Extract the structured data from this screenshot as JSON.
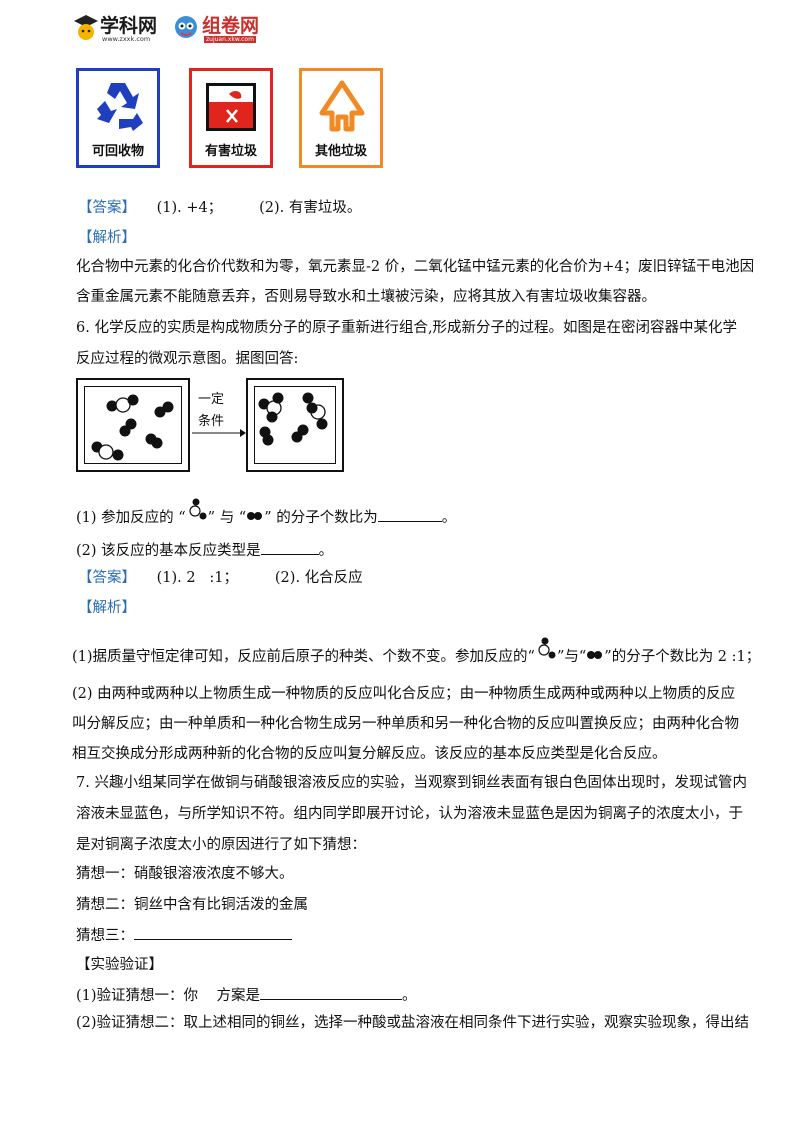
{
  "header": {
    "logo1_text": "学科网",
    "logo1_url": "www.zxxk.com",
    "logo2_text": "组卷网",
    "logo2_url": "zujuan.xkw.com"
  },
  "bins": [
    {
      "label": "可回收物",
      "color": "#1f3fbf"
    },
    {
      "label": "有害垃圾",
      "color": "#e0261c"
    },
    {
      "label": "其他垃圾",
      "color": "#f08a24"
    }
  ],
  "q5": {
    "answer_tag": "【答案】",
    "answer_text": "(1). +4；        (2). 有害垃圾。",
    "analysis_tag": "【解析】",
    "analysis_1": "化合物中元素的化合价代数和为零，氧元素显-2 价，二氧化锰中锰元素的化合价为+4；废旧锌锰干电池因",
    "analysis_2": "含重金属元素不能随意丢弃，否则易导致水和土壤被污染，应将其放入有害垃圾收集容器。"
  },
  "q6": {
    "stem_1": "6. 化学反应的实质是构成物质分子的原子重新进行组合,形成新分子的过程。如图是在密闭容器中某化学",
    "stem_2": "反应过程的微观示意图。据图回答:",
    "arrow_top": "一定",
    "arrow_bottom": "条件",
    "sub1_a": "(1) 参加反应的 “",
    "sub1_b": "” 与 “",
    "sub1_c": "” 的分子个数比为",
    "sub1_d": "。",
    "sub2_a": "(2) 该反应的基本反应类型是",
    "sub2_b": "。",
    "answer_tag": "【答案】",
    "answer_text": "(1). 2   :1；        (2). 化合反应",
    "analysis_tag": "【解析】",
    "ana1_a": "(1)据质量守恒定律可知，反应前后原子的种类、个数不变。参加反应的“",
    "ana1_b": "”与“",
    "ana1_c": "”的分子个数比为 2 :1；",
    "ana2_1": "(2) 由两种或两种以上物质生成一种物质的反应叫化合反应；由一种物质生成两种或两种以上物质的反应",
    "ana2_2": "叫分解反应；由一种单质和一种化合物生成另一种单质和另一种化合物的反应叫置换反应；由两种化合物",
    "ana2_3": "相互交换成分形成两种新的化合物的反应叫复分解反应。该反应的基本反应类型是化合反应。"
  },
  "q7": {
    "stem_1": "7. 兴趣小组某同学在做铜与硝酸银溶液反应的实验，当观察到铜丝表面有银白色固体出现时，发现试管内",
    "stem_2": "溶液未显蓝色，与所学知识不符。组内同学即展开讨论，认为溶液未显蓝色是因为铜离子的浓度太小，于",
    "stem_3": "是对铜离子浓度太小的原因进行了如下猜想：",
    "guess1": "猜想一：硝酸银溶液浓度不够大。",
    "guess2": "猜想二：铜丝中含有比铜活泼的金属",
    "guess3": "猜想三：",
    "verify_tag": "【实验验证】",
    "v1_a": "(1)验证猜想一：你    方案是",
    "v1_b": "。",
    "v2": "(2)验证猜想二：取上述相同的铜丝，选择一种酸或盐溶液在相同条件下进行实验，观察实验现象，得出结"
  }
}
